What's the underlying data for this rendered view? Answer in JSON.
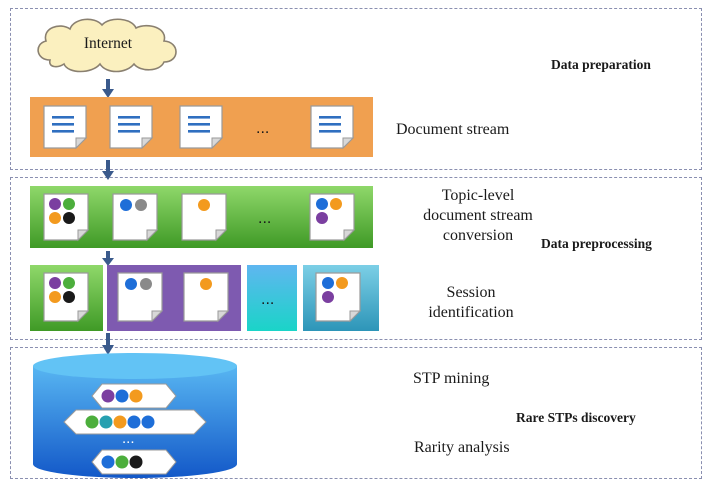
{
  "stages": {
    "data_preparation": {
      "title": "Data preparation",
      "source": "Internet",
      "document_stream_label": "Document stream",
      "ellipsis": "..."
    },
    "data_preprocessing": {
      "title": "Data preprocessing",
      "conversion_label": "Topic-level document stream conversion",
      "conversion_label_lines": [
        "Topic-level",
        "document stream",
        "conversion"
      ],
      "session_label_lines": [
        "Session",
        "identification"
      ],
      "ellipsis": "..."
    },
    "rare_stps_discovery": {
      "title": "Rare STPs discovery",
      "stp_mining_label": "STP mining",
      "rarity_label": "Rarity analysis",
      "ellipsis": "...",
      "db_patterns": [
        [
          "purple",
          "blue",
          "orange"
        ],
        [
          "green",
          "teal",
          "orange",
          "blue",
          "blue"
        ],
        [
          "blue",
          "green",
          "black"
        ]
      ]
    }
  },
  "colors": {
    "document_stream_bg": "#f0a050",
    "conversion_stream_bg": "#5cb83c",
    "session_bg": "#7e5ab0",
    "db_blue": "#1d6fd6",
    "arrow": "#3a5a8c",
    "dot_purple": "#7b3fa0",
    "dot_green": "#4cae3c",
    "dot_orange": "#f39a1e",
    "dot_black": "#1a1a1a",
    "dot_blue": "#1e6ed8",
    "dot_gray": "#8a8a8a",
    "dot_teal": "#27a0b0"
  },
  "icons": {
    "cloud": "internet-cloud-icon",
    "document": "document-icon",
    "database": "database-icon",
    "arrow": "down-arrow-icon"
  }
}
